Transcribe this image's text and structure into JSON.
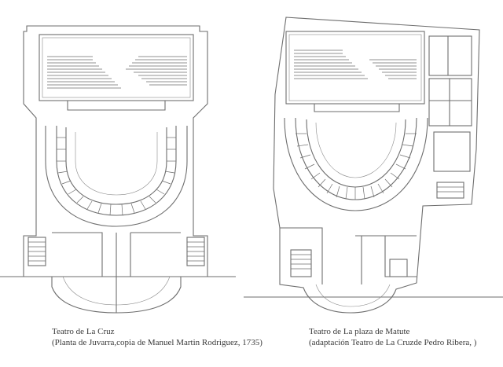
{
  "plans": [
    {
      "title": "Teatro de La Cruz",
      "subtitle": "(Planta de Juvarra,copia de Manuel Martin Rodriguez, 1735)"
    },
    {
      "title": "Teatro de La plaza de Matute",
      "subtitle": "(adaptación Teatro de La Cruzde Pedro Ribera, )"
    }
  ]
}
